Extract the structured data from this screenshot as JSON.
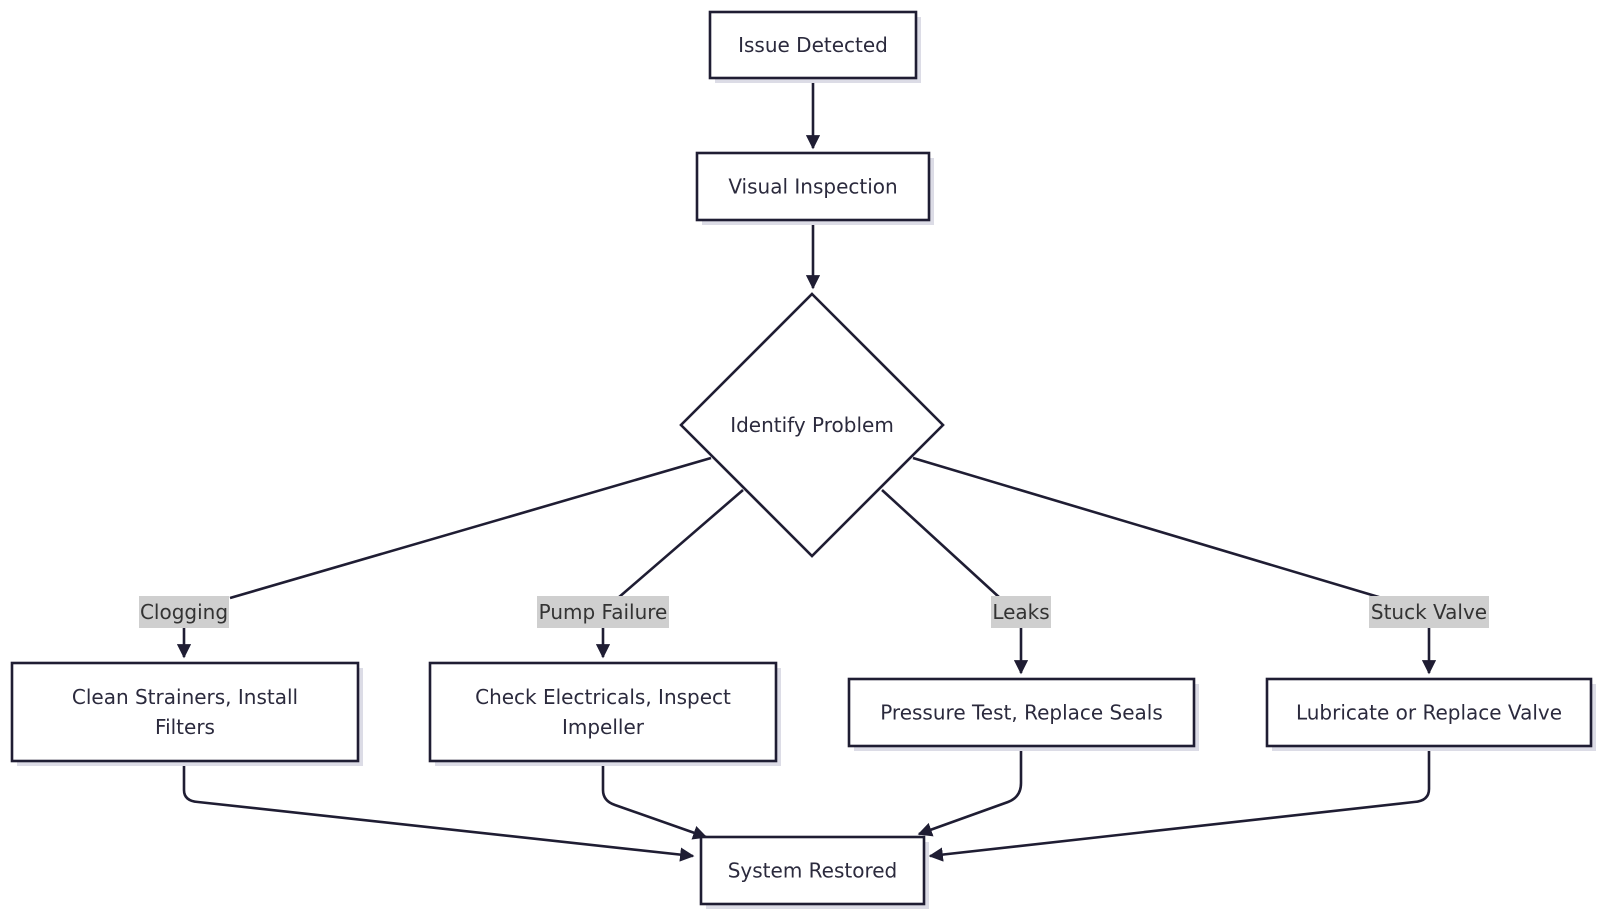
{
  "diagram": {
    "colors": {
      "stroke": "#1f1d33",
      "node_fill": "#ffffff",
      "node_shadow": "#dcdce6",
      "label_bg": "#cfcfcf",
      "text": "#2b2a3d"
    },
    "nodes": {
      "issue_detected": {
        "lines": [
          "Issue Detected"
        ]
      },
      "visual_inspection": {
        "lines": [
          "Visual Inspection"
        ]
      },
      "identify_problem": {
        "lines": [
          "Identify Problem"
        ]
      },
      "clean_strainers": {
        "lines": [
          "Clean Strainers, Install",
          "Filters"
        ]
      },
      "check_electricals": {
        "lines": [
          "Check Electricals, Inspect",
          "Impeller"
        ]
      },
      "pressure_test": {
        "lines": [
          "Pressure Test, Replace Seals"
        ]
      },
      "lubricate_valve": {
        "lines": [
          "Lubricate or Replace Valve"
        ]
      },
      "system_restored": {
        "lines": [
          "System Restored"
        ]
      }
    },
    "edge_labels": {
      "clogging": "Clogging",
      "pump_failure": "Pump Failure",
      "leaks": "Leaks",
      "stuck_valve": "Stuck Valve"
    }
  }
}
